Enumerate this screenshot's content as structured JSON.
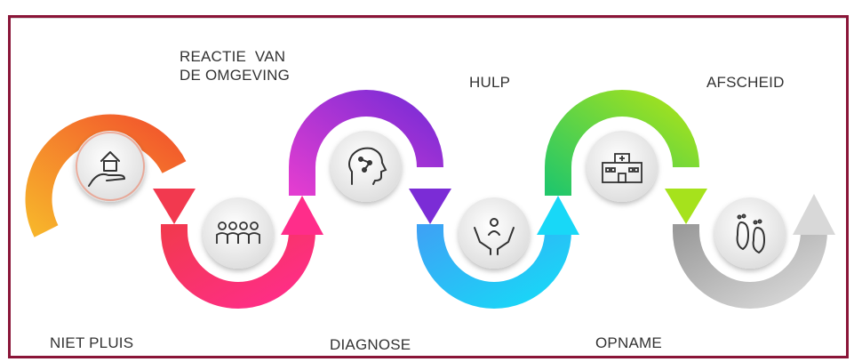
{
  "stages": [
    {
      "label": "NIET PLUIS",
      "icon": "house-in-hand-icon",
      "colors": [
        "#f7b32b",
        "#f2552c"
      ]
    },
    {
      "label": "REACTIE  VAN\nDE OMGEVING",
      "icon": "group-of-people-icon",
      "colors": [
        "#f2394f",
        "#ff2d8a"
      ]
    },
    {
      "label": "DIAGNOSE",
      "icon": "brain-head-icon",
      "colors": [
        "#e23dd0",
        "#7b2cd6"
      ]
    },
    {
      "label": "HULP",
      "icon": "hands-support-person-icon",
      "colors": [
        "#3da3f5",
        "#18d8f7"
      ]
    },
    {
      "label": "OPNAME",
      "icon": "hospital-building-icon",
      "colors": [
        "#22c76a",
        "#a6e21c"
      ]
    },
    {
      "label": "AFSCHEID",
      "icon": "footprints-icon",
      "colors": [
        "#9a9a9a",
        "#d2d2d2"
      ]
    }
  ]
}
